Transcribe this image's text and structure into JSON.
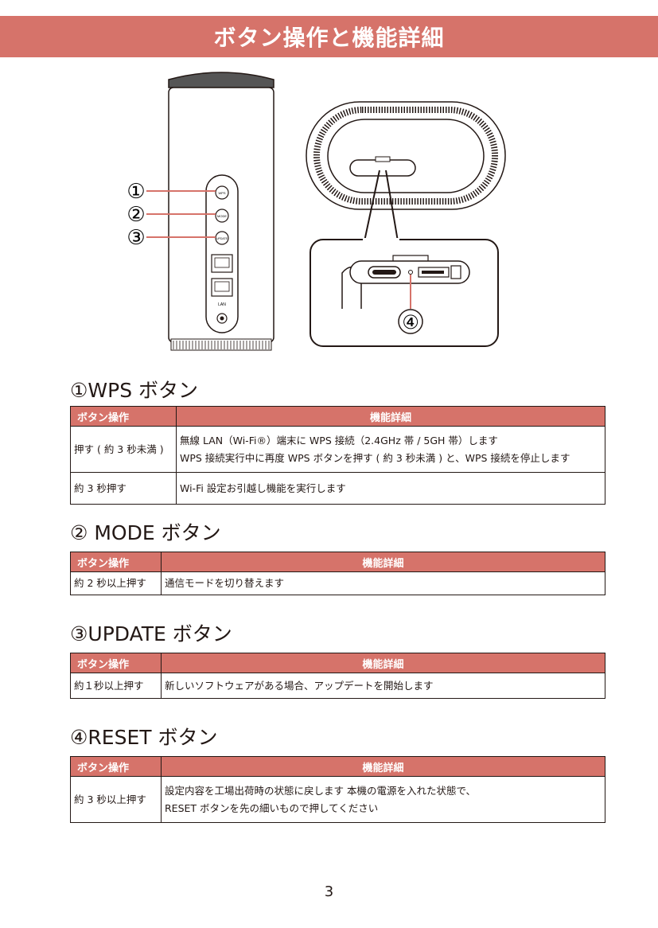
{
  "header": {
    "title": "ボタン操作と機能詳細"
  },
  "illustration": {
    "callouts": [
      "①",
      "②",
      "③",
      "④"
    ],
    "buttons": {
      "wps": "WPS",
      "mode": "MODE",
      "update": "UPDATE",
      "lan": "LAN"
    }
  },
  "sections": [
    {
      "title": "①WPS ボタン",
      "header_op": "ボタン操作",
      "header_detail": "機能詳細",
      "rows": [
        {
          "op": "押す ( 約 3 秒未満 )",
          "lines": [
            "無線 LAN（Wi-Fi®）端末に WPS 接続（2.4GHz 帯 / 5GH 帯）します",
            "WPS 接続実行中に再度 WPS ボタンを押す ( 約 3 秒未満 ) と、WPS 接続を停止します"
          ]
        },
        {
          "op": "約 3 秒押す",
          "lines": [
            "Wi-Fi 設定お引越し機能を実行します"
          ]
        }
      ]
    },
    {
      "title": "② MODE ボタン",
      "header_op": "ボタン操作",
      "header_detail": "機能詳細",
      "rows": [
        {
          "op": "約 2 秒以上押す",
          "lines": [
            "通信モードを切り替えます"
          ]
        }
      ]
    },
    {
      "title": "③UPDATE ボタン",
      "header_op": "ボタン操作",
      "header_detail": "機能詳細",
      "rows": [
        {
          "op": "約１秒以上押す",
          "lines": [
            "新しいソフトウェアがある場合、アップデートを開始します"
          ]
        }
      ]
    },
    {
      "title": "④RESET ボタン",
      "header_op": "ボタン操作",
      "header_detail": "機能詳細",
      "rows": [
        {
          "op": "約 3 秒以上押す",
          "lines": [
            "設定内容を工場出荷時の状態に戻します 本機の電源を入れた状態で、",
            "RESET ボタンを先の細いもので押してください"
          ]
        }
      ]
    }
  ],
  "footer": {
    "page_number": "3"
  },
  "colors": {
    "accent": "#d6736a",
    "text": "#231815"
  }
}
